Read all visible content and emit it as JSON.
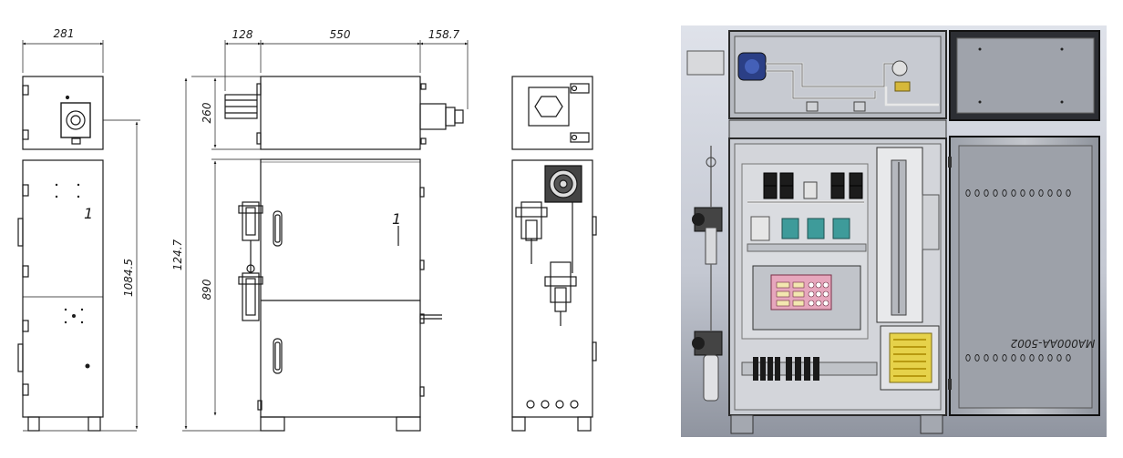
{
  "drawing": {
    "dimensions": {
      "side_width": "281",
      "pipe_extension": "128",
      "front_width": "550",
      "right_extension": "158.7",
      "top_box_height": "260",
      "cabinet_height": "890",
      "overall_front_height": "124.7",
      "overall_side_height": "1084.5"
    },
    "labels": {
      "side_door_mark": "1",
      "front_door_mark": "1"
    }
  },
  "render_view": {
    "device_label": "MA000AA-5002"
  },
  "colors": {
    "line": "#1a1a1a",
    "render_bg": "#c9ccd6",
    "cabinet": "#d4d6da",
    "keypad_panel": "#e7a7bd",
    "terminal_yellow": "#e6d24a",
    "valve_blue": "#2b3f86",
    "sensor_teal": "#3e9b9a"
  }
}
